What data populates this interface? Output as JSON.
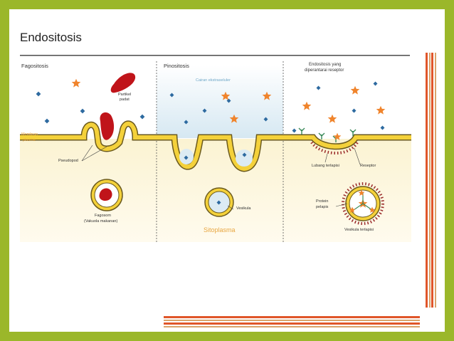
{
  "title": "Endositosis",
  "sections": {
    "fagositosis": "Fagositosis",
    "pinositosis": "Pinositosis",
    "reseptor_line1": "Endositosis yang",
    "reseptor_line2": "diperantarai reseptor"
  },
  "labels": {
    "partikel_line1": "Partikel",
    "partikel_line2": "padat",
    "membran_line1": "Membran",
    "membran_line2": "plasma",
    "pseudopod": "Pseudopod",
    "fagosom_line1": "Fagosom",
    "fagosom_line2": "(Vakuola makanan)",
    "cairan": "Cairan ekstraseluler",
    "vesikula": "Vesikula",
    "sitoplasma": "Sitoplasma",
    "lubang": "Lubang terlapisi",
    "reseptor": "Reseptor",
    "protein_line1": "Protein",
    "protein_line2": "pelapis",
    "vesikula_terlapisi": "Vesikula terlapisi"
  },
  "colors": {
    "frame": "#9bb72a",
    "membrane_fill": "#f4d13a",
    "membrane_stroke": "#6b5a1e",
    "cytoplasm": "#fbf3d2",
    "extracellular": "#dcebf3",
    "particle": "#c0141a",
    "molecule": "#2d6aa0",
    "ligand": "#f0842c",
    "stripe_orange": "#e0562a",
    "stripe_tan": "#d9a36a"
  }
}
